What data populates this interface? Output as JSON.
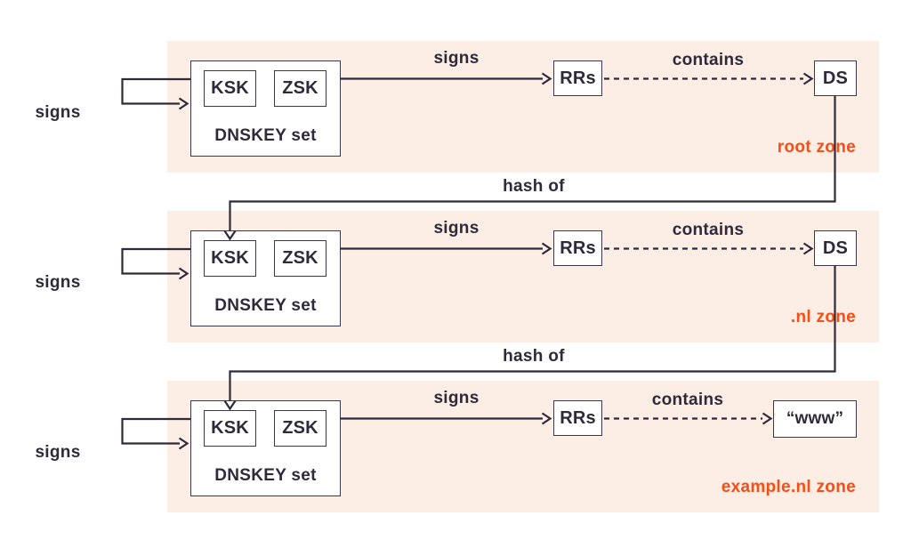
{
  "colors": {
    "text_dark": "#2E2A3B",
    "zone_accent": "#F84D15",
    "band_background": "#FCEEE5",
    "box_background": "#FFFFFF"
  },
  "zones": [
    {
      "zone_label": "root zone",
      "self_sign_label": "signs",
      "dnskey": {
        "ksk": "KSK",
        "zsk": "ZSK",
        "caption": "DNSKEY set"
      },
      "signs_label": "signs",
      "rrs_label": "RRs",
      "contains_label": "contains",
      "target_label": "DS"
    },
    {
      "zone_label": ".nl zone",
      "self_sign_label": "signs",
      "dnskey": {
        "ksk": "KSK",
        "zsk": "ZSK",
        "caption": "DNSKEY set"
      },
      "signs_label": "signs",
      "rrs_label": "RRs",
      "contains_label": "contains",
      "target_label": "DS"
    },
    {
      "zone_label": "example.nl zone",
      "self_sign_label": "signs",
      "dnskey": {
        "ksk": "KSK",
        "zsk": "ZSK",
        "caption": "DNSKEY set"
      },
      "signs_label": "signs",
      "rrs_label": "RRs",
      "contains_label": "contains",
      "target_label": "“www”"
    }
  ],
  "hash_links": [
    {
      "label": "hash of"
    },
    {
      "label": "hash of"
    }
  ]
}
